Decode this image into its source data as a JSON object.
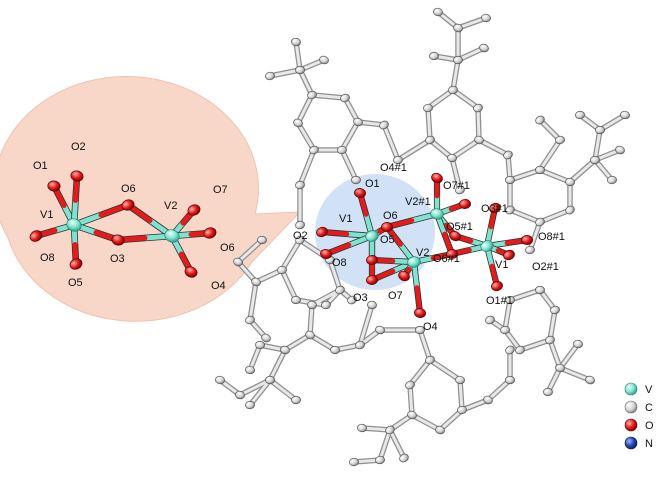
{
  "colors": {
    "vanadium": "#7fe3cf",
    "carbon": "#dcdcdc",
    "oxygen": "#e31b1b",
    "nitrogen": "#2448b0",
    "inset_bg": "#f8d7c8",
    "highlight_bg": "#c9dcf4",
    "bond_outline": "#404040"
  },
  "inset": {
    "labels": [
      "O1",
      "O2",
      "O6",
      "V2",
      "O7",
      "V1",
      "O8",
      "O3",
      "O6",
      "O5",
      "O4"
    ]
  },
  "molecule": {
    "labels": [
      "O4#1",
      "O7#1",
      "O1",
      "V2#1",
      "O3#1",
      "O6",
      "V1",
      "O2",
      "O5",
      "O5#1",
      "O8#1",
      "V2",
      "O6#1",
      "O8",
      "V1",
      "O2#1",
      "O3",
      "O7",
      "O1#1",
      "O4"
    ]
  },
  "legend": {
    "items": [
      {
        "symbol": "V",
        "color_key": "vanadium"
      },
      {
        "symbol": "C",
        "color_key": "carbon"
      },
      {
        "symbol": "O",
        "color_key": "oxygen"
      },
      {
        "symbol": "N",
        "color_key": "nitrogen"
      }
    ]
  }
}
